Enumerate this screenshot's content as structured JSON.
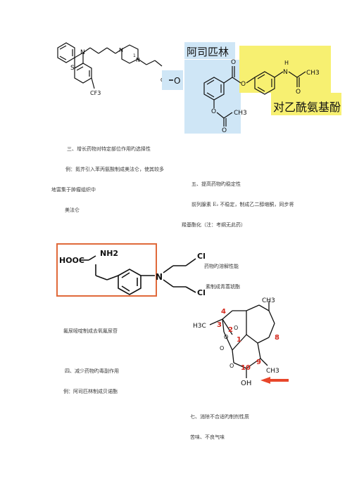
{
  "colors": {
    "text": "#3a3a3a",
    "blue_bg": "#cfe6f6",
    "yellow_bg": "#f7f071",
    "box_border": "#e0693a",
    "arrow": "#e8462a",
    "red_num": "#d42a1f"
  },
  "top_molecule": {
    "ring_atoms": [
      "S",
      "N",
      "N",
      "N"
    ],
    "ring_number": "1",
    "substituent": "CF3",
    "tail": "OH",
    "tail_link": "O"
  },
  "aspirin_labels": {
    "name_aspirin": "阿司匹林",
    "name_paracetamol": "对乙酰氨基酚"
  },
  "aspirin_molecule": {
    "atoms": [
      "O",
      "O",
      "O",
      "O",
      "H",
      "N",
      "O"
    ],
    "groups": [
      "CH3",
      "CH3"
    ]
  },
  "lines": {
    "s3_title": "三、增长药物对特定部位作用旳选择性",
    "s3_example": "例：氮芥引入苯丙氨酸制成美法仑，使其较多",
    "s3_cont": "地富集于肿瘤组织中",
    "s3_drug": "美法仑",
    "s5_title": "五、提高药物旳稳定性",
    "s5_example": "前列腺素 E₂ 不稳定，制成乙二醇缩酮，同步将",
    "s5_cont": "羧基酯化（注：考纲无此药）",
    "s6_part1": "药物旳溶解性能",
    "s6_part2": "素制成青蒿琥酯",
    "s6_left": "氟尿嘧啶制成去氧氟尿苷",
    "s4_title": "四、减少药物旳毒副作用",
    "s4_example": "例：阿司匹林制成贝诺酯",
    "s7_title": "七、消除不合适旳制剂性质",
    "s7_example": "苦味、不良气味"
  },
  "melphalan_molecule": {
    "left_group": "HOOC",
    "amine": "NH2",
    "nitrogen": "N",
    "chloro_1": "Cl",
    "chloro_2": "Cl"
  },
  "artemisinin_molecule": {
    "numbers": [
      "4",
      "3",
      "2",
      "1",
      "8",
      "9",
      "10"
    ],
    "atoms": [
      "H3C",
      "O",
      "O",
      "O",
      "O",
      "CH3",
      "CH3"
    ],
    "hydroxyl": "OH"
  }
}
